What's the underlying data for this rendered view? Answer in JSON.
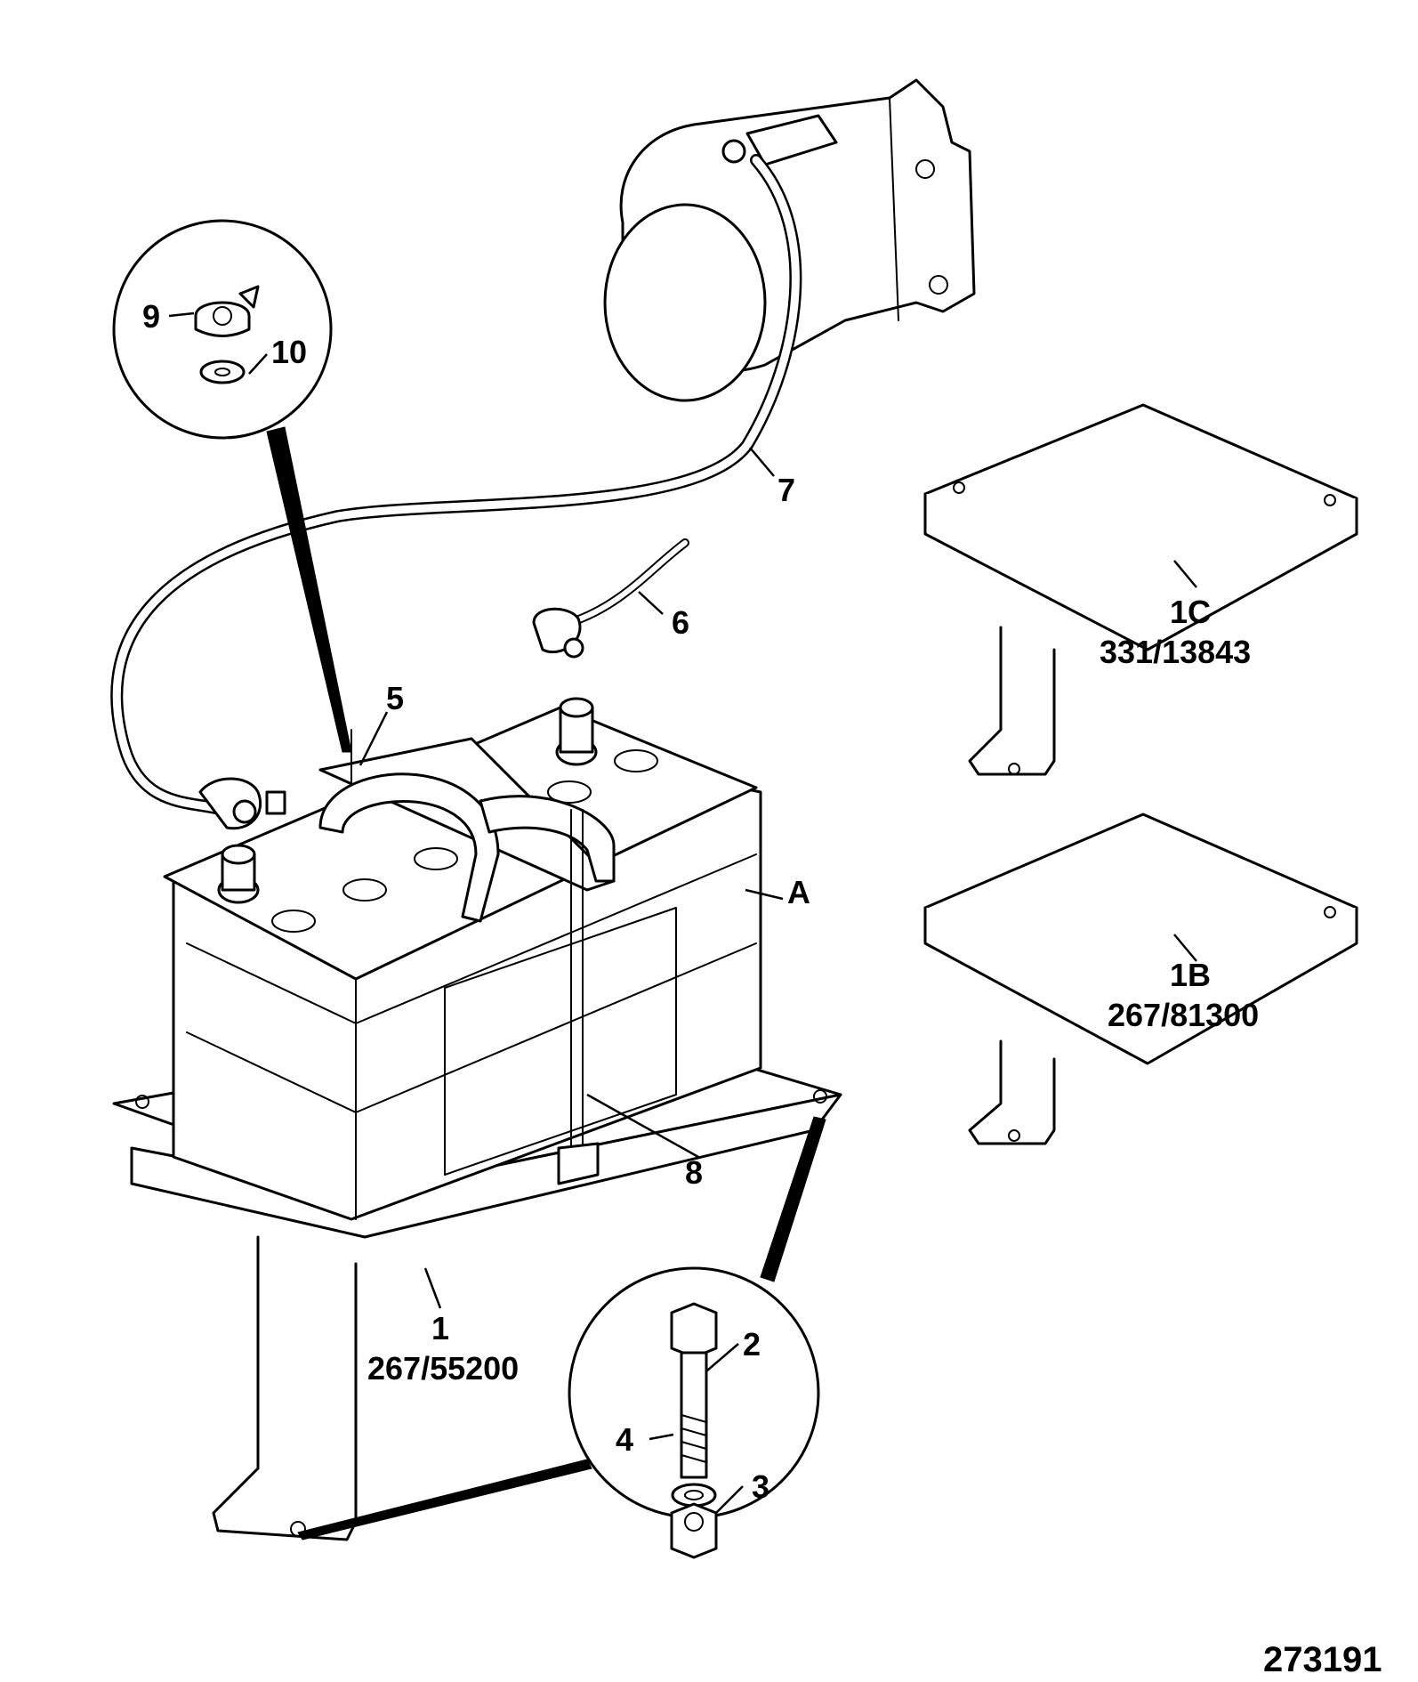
{
  "drawing_number": "273191",
  "callouts": {
    "c1": "1",
    "c1_part": "267/55200",
    "c1b": "1B",
    "c1b_part": "267/81300",
    "c1c": "1C",
    "c1c_part": "331/13843",
    "c2": "2",
    "c3": "3",
    "c4": "4",
    "c5": "5",
    "c6": "6",
    "c7": "7",
    "c8": "8",
    "c9": "9",
    "c10": "10",
    "cA": "A"
  }
}
